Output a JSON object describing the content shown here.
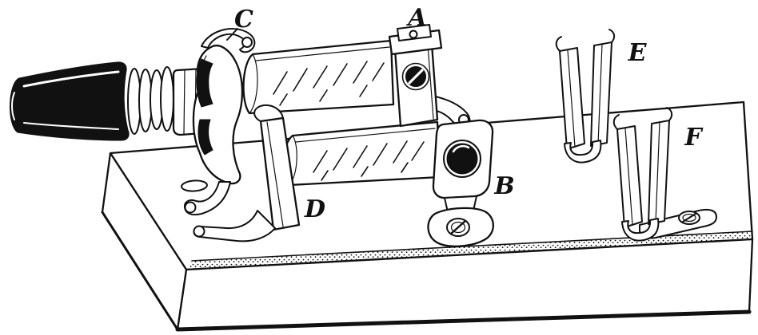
{
  "figure": {
    "labels": {
      "a": "A",
      "b": "B",
      "c": "C",
      "d": "D",
      "e": "E",
      "f": "F"
    }
  },
  "colors": {
    "ink": "#111111",
    "paper": "#ffffff"
  }
}
